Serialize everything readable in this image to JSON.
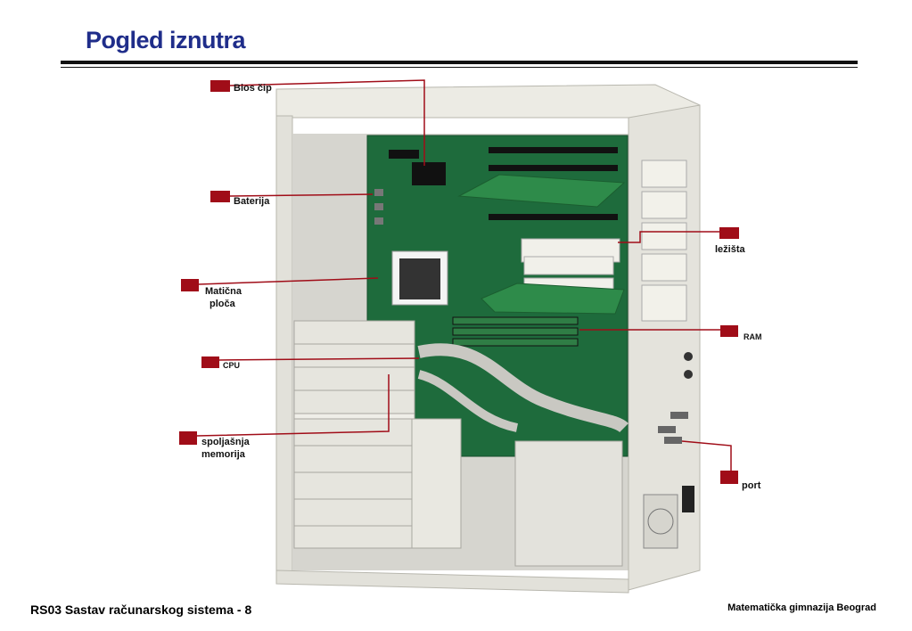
{
  "slide": {
    "title": "Pogled iznutra"
  },
  "labels": {
    "bios": "Bios čip",
    "baterija": "Baterija",
    "maticna_line1": "Matična",
    "maticna_line2": "ploča",
    "cpu": "CPU",
    "spoljasnja_line1": "spoljašnja",
    "spoljasnja_line2": "memorija",
    "lezista": "ležišta",
    "ram": "RAM",
    "port": "port"
  },
  "footer": {
    "left": "RS03 Sastav računarskog sistema - 8",
    "right": "Matematička gimnazija Beograd"
  },
  "colors": {
    "title": "#1f2d8a",
    "marker": "#a00d18",
    "board": "#1e6b3c"
  }
}
